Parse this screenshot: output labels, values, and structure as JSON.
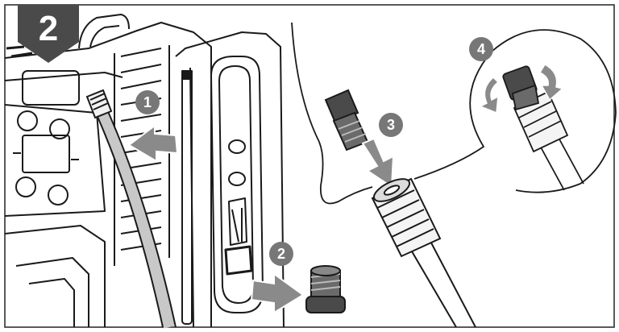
{
  "step": {
    "number": "2"
  },
  "callouts": [
    {
      "label": "1"
    },
    {
      "label": "2"
    },
    {
      "label": "3"
    },
    {
      "label": "4"
    }
  ],
  "colors": {
    "badge": "#4a4a4a",
    "callout": "#777777",
    "arrow": "#8a8a8a",
    "line": "#1a1a1a",
    "part": "#5a5a5a"
  }
}
